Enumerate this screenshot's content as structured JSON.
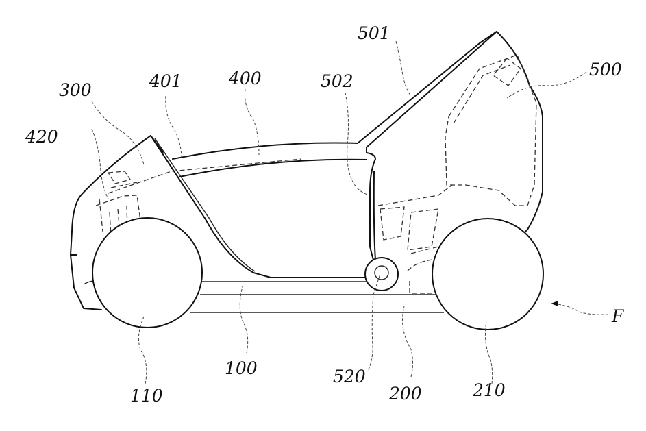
{
  "figure": {
    "labels": {
      "l100": "100",
      "l110": "110",
      "l200": "200",
      "l210": "210",
      "l300": "300",
      "l400": "400",
      "l401": "401",
      "l420": "420",
      "l500": "500",
      "l501": "501",
      "l502": "502",
      "l520": "520",
      "force": "F"
    },
    "colors": {
      "ink": "#111111",
      "background": "#ffffff"
    }
  }
}
